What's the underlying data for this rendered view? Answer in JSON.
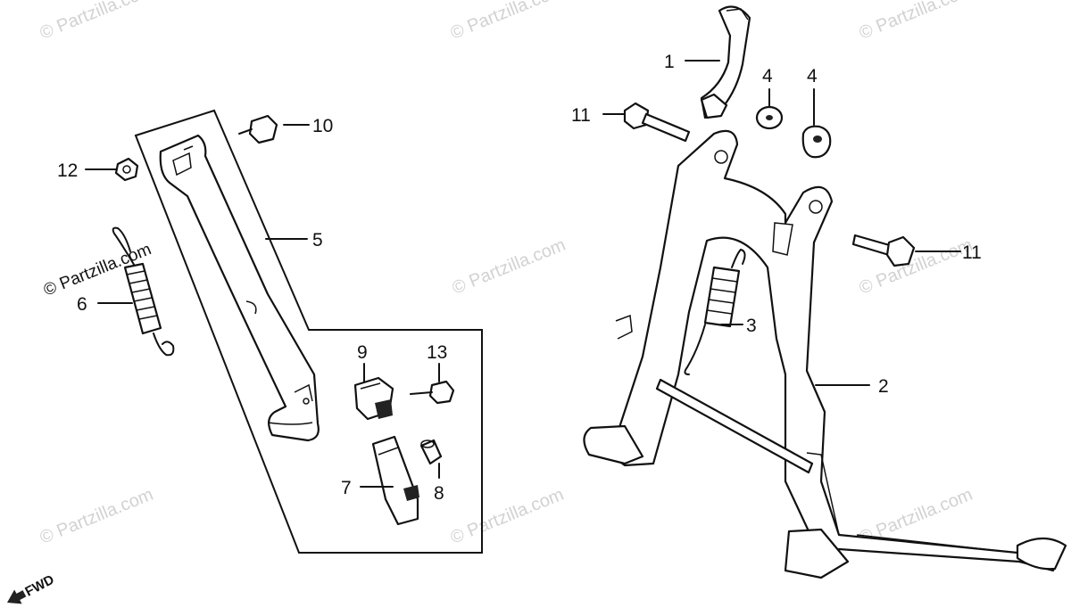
{
  "diagram": {
    "callouts": [
      "1",
      "2",
      "3",
      "4",
      "4",
      "5",
      "6",
      "7",
      "8",
      "9",
      "10",
      "11",
      "11",
      "12",
      "13"
    ],
    "watermark": "© Partzilla.com",
    "direction_label": "FWD"
  }
}
